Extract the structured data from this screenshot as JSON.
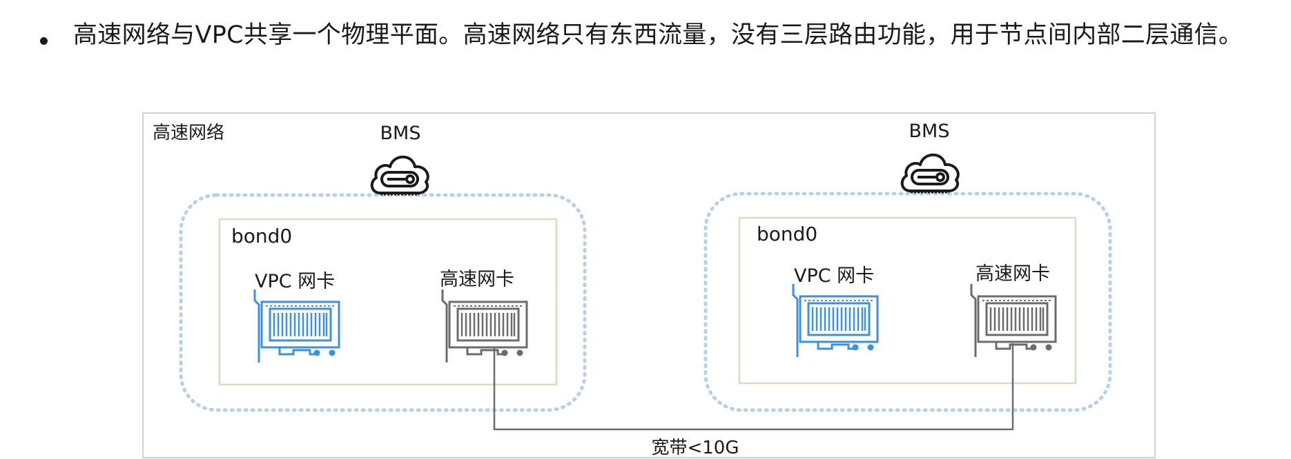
{
  "bullet": {
    "text": "高速网络与VPC共享一个物理平面。高速网络只有东西流量，没有三层路由功能，用于节点间内部二层通信。"
  },
  "diagram": {
    "network_label": "高速网络",
    "bandwidth_label": "宽带<10G",
    "colors": {
      "vpc_nic": "#3d8fe0",
      "hs_nic": "#6b6b6b",
      "dotted_group": "#b8cfe6",
      "bond_border": "#cfe0c3",
      "outer_border": "#c5d4e0"
    },
    "nodes": [
      {
        "bms_label": "BMS",
        "bond_label": "bond0",
        "vpc_nic_label": "VPC 网卡",
        "hs_nic_label": "高速网卡"
      },
      {
        "bms_label": "BMS",
        "bond_label": "bond0",
        "vpc_nic_label": "VPC 网卡",
        "hs_nic_label": "高速网卡"
      }
    ]
  }
}
